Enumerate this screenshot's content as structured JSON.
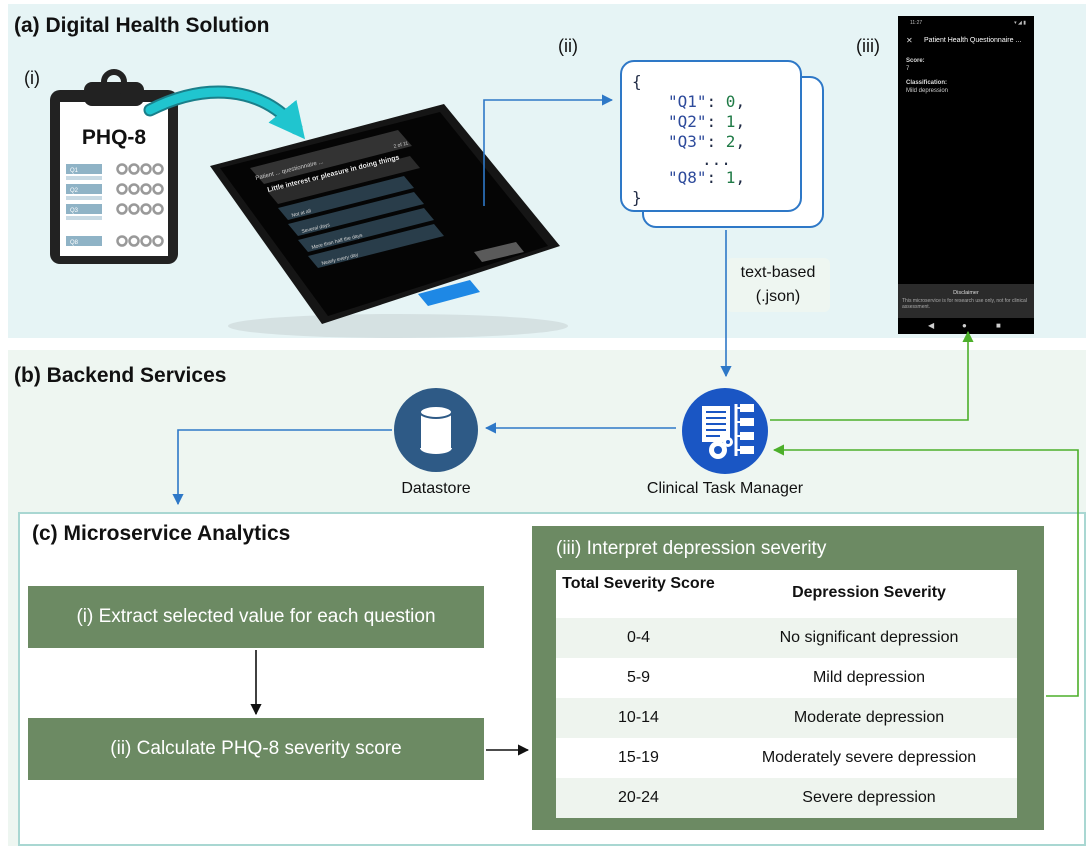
{
  "sections": {
    "a": "(a) Digital Health Solution",
    "b": "(b) Backend Services",
    "c": "(c) Microservice Analytics"
  },
  "markers": {
    "i": "(i)",
    "ii": "(ii)",
    "iii": "(iii)"
  },
  "clipboard": {
    "title": "PHQ-8",
    "question_labels": [
      "Q1",
      "Q2",
      "Q3",
      "Q8"
    ]
  },
  "phone": {
    "header": "Patient ... questionnaire ...",
    "progress": "2 of 11",
    "question": "Little interest or pleasure in doing things",
    "options": [
      "Not at all",
      "Several days",
      "More than half the days",
      "Nearly every day"
    ]
  },
  "json_payload": {
    "open": "{",
    "lines": [
      {
        "key": "\"Q1\"",
        "value": "0"
      },
      {
        "key": "\"Q2\"",
        "value": "1"
      },
      {
        "key": "\"Q3\"",
        "value": "2"
      },
      {
        "key": "\"Q8\"",
        "value": "1"
      }
    ],
    "ellipsis": "...",
    "close": "}"
  },
  "transport_label": {
    "line1": "text-based",
    "line2": "(.json)"
  },
  "result_screen": {
    "status_left": "11:27",
    "title": "Patient Health Questionnaire ...",
    "score_label": "Score:",
    "score_value": "7",
    "classification_label": "Classification:",
    "classification_value": "Mild depression",
    "disclaimer_title": "Disclaimer",
    "disclaimer_text": "This microservice is for research use only, not for clinical assessment."
  },
  "nodes": {
    "datastore": "Datastore",
    "task_manager": "Clinical Task Manager"
  },
  "steps": {
    "extract": "(i) Extract selected value for each question",
    "calculate": "(ii) Calculate PHQ-8 severity score",
    "interpret": "(iii) Interpret depression severity"
  },
  "severity_table": {
    "headers": [
      "Total Severity Score",
      "Depression Severity"
    ],
    "rows": [
      {
        "score": "0-4",
        "severity": "No significant depression"
      },
      {
        "score": "5-9",
        "severity": "Mild depression"
      },
      {
        "score": "10-14",
        "severity": "Moderate depression"
      },
      {
        "score": "15-19",
        "severity": "Moderately severe depression"
      },
      {
        "score": "20-24",
        "severity": "Severe depression"
      }
    ]
  },
  "colors": {
    "panel_a": "#e6f4f5",
    "panel_b": "#eef6f1",
    "step_green": "#6c8a63",
    "flow_blue": "#2e78c7",
    "return_green": "#4caf2a",
    "node_navy": "#2e5a86",
    "ctm_blue": "#1a56c4",
    "highlight_cyan": "#20c5cf"
  }
}
